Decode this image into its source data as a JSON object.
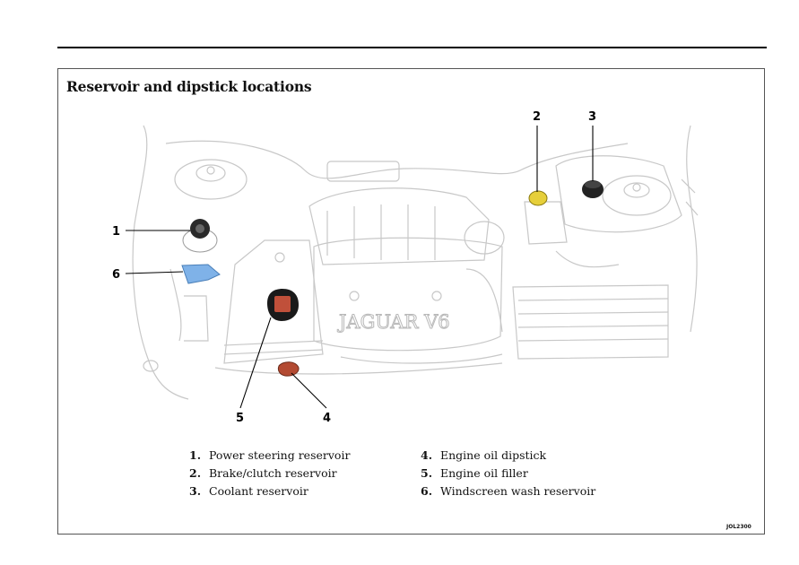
{
  "figure": {
    "title": "Reservoir and dipstick locations",
    "code": "JOL2300",
    "engine_badge": "JAGUAR V6",
    "callouts": [
      "1",
      "2",
      "3",
      "4",
      "5",
      "6"
    ],
    "legend_left": [
      {
        "num": "1.",
        "label": "Power steering reservoir"
      },
      {
        "num": "2.",
        "label": "Brake/clutch reservoir"
      },
      {
        "num": "3.",
        "label": "Coolant reservoir"
      }
    ],
    "legend_right": [
      {
        "num": "4.",
        "label": "Engine oil dipstick"
      },
      {
        "num": "5.",
        "label": "Engine oil filler"
      },
      {
        "num": "6.",
        "label": "Windscreen wash reservoir"
      }
    ]
  },
  "colors": {
    "line_art": "#c8c8c8",
    "washer": "#7fb2e8",
    "brake_cap": "#e6cf3a",
    "coolant_cap": "#222222",
    "oil_filler": "#c0503a",
    "dipstick": "#b34a32"
  }
}
